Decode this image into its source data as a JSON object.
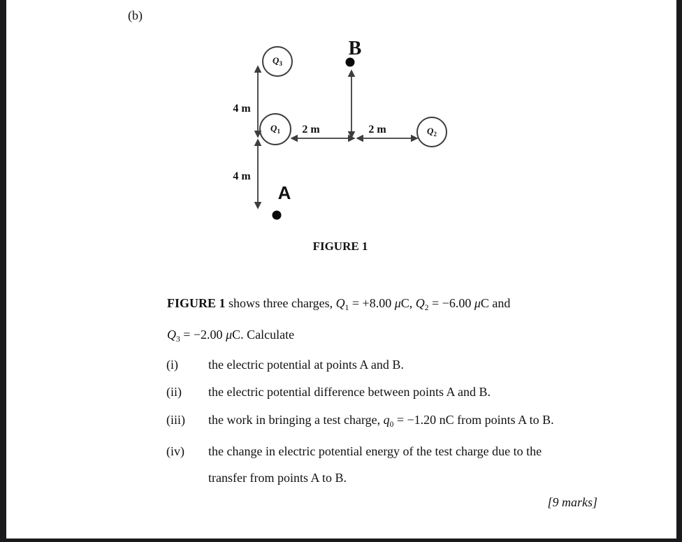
{
  "page": {
    "part_label": "(b)",
    "marks_text": "[9 marks]"
  },
  "colors": {
    "page_bg": "#ffffff",
    "text": "#111111",
    "frame_bars": "#1a1a1c",
    "diagram_stroke": "#3d3d3d"
  },
  "figure": {
    "caption": "FIGURE 1",
    "charges": [
      {
        "symbol": "Q",
        "sub": "3"
      },
      {
        "symbol": "Q",
        "sub": "1"
      },
      {
        "symbol": "Q",
        "sub": "2"
      }
    ],
    "points": {
      "a": "A",
      "b": "B"
    },
    "distances": {
      "v_top": "4 m",
      "v_bottom": "4 m",
      "h_left": "2 m",
      "h_right": "2 m"
    }
  },
  "problem": {
    "intro1": {
      "figref": "FIGURE 1",
      "t1": " shows three charges, ",
      "sym1": "Q",
      "sub1": "1",
      "eq1": " = +8.00 ",
      "mu1": "μ",
      "unit1": "C, ",
      "sym2": "Q",
      "sub2": "2",
      "eq2": " = −6.00 ",
      "mu2": "μ",
      "unit2": "C and"
    },
    "intro2": {
      "sym3": "Q",
      "sub3": "3",
      "eq3": " = −2.00 ",
      "mu3": "μ",
      "unit3": "C. Calculate"
    },
    "items": [
      {
        "num": "(i)",
        "text": "the electric potential at points A and B."
      },
      {
        "num": "(ii)",
        "text": "the electric potential difference between points A and B."
      },
      {
        "num": "(iii)",
        "pre": "the work in bringing a test charge, ",
        "sym": "q",
        "sub": "0",
        "post": " = −1.20 nC from points A to B."
      },
      {
        "num": "(iv)",
        "line1": "the change in electric potential energy of the test charge due to the",
        "line2": "transfer from points A to B."
      }
    ]
  }
}
